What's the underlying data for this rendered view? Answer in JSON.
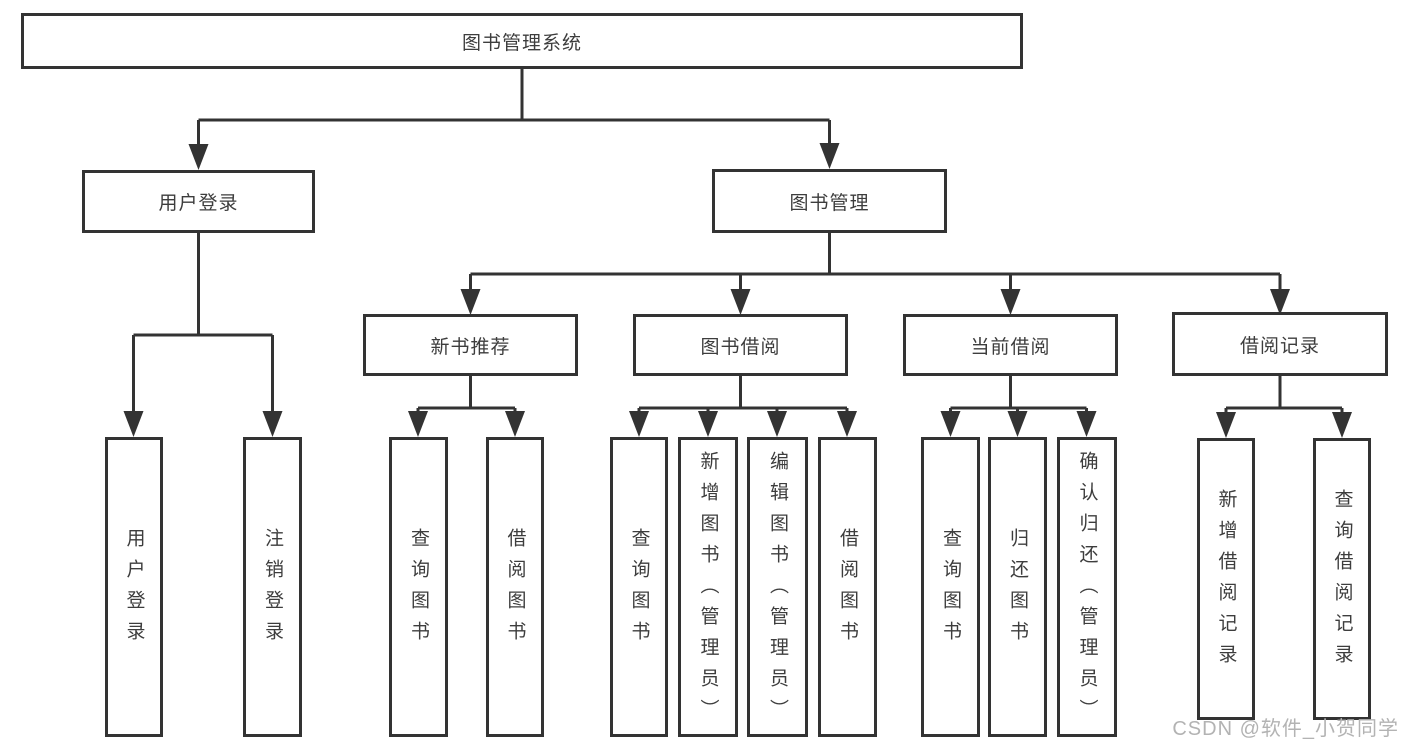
{
  "diagram": {
    "root": {
      "label": "图书管理系统",
      "children": [
        {
          "label": "用户登录",
          "children": [
            {
              "label": "用户登录"
            },
            {
              "label": "注销登录"
            }
          ]
        },
        {
          "label": "图书管理",
          "children": [
            {
              "label": "新书推荐",
              "children": [
                {
                  "label": "查询图书"
                },
                {
                  "label": "借阅图书"
                }
              ]
            },
            {
              "label": "图书借阅",
              "children": [
                {
                  "label": "查询图书"
                },
                {
                  "label": "新增图书（管理员）"
                },
                {
                  "label": "编辑图书（管理员）"
                },
                {
                  "label": "借阅图书"
                }
              ]
            },
            {
              "label": "当前借阅",
              "children": [
                {
                  "label": "查询图书"
                },
                {
                  "label": "归还图书"
                },
                {
                  "label": "确认归还（管理员）"
                }
              ]
            },
            {
              "label": "借阅记录",
              "children": [
                {
                  "label": "新增借阅记录"
                },
                {
                  "label": "查询借阅记录"
                }
              ]
            }
          ]
        }
      ]
    }
  },
  "watermark": {
    "text": "CSDN @软件_小贺同学"
  },
  "colors": {
    "line": "#333333",
    "text": "#3d3d3d",
    "watermark": "#b3b3b3",
    "background": "#ffffff"
  }
}
